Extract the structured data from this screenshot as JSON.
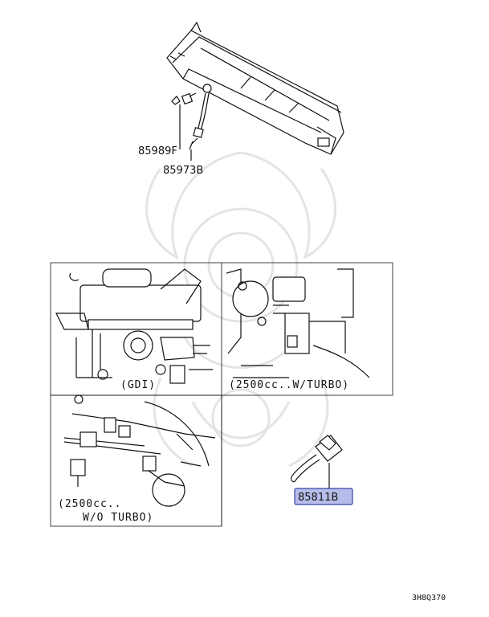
{
  "parts": {
    "p1": "85989F",
    "p2": "85973B",
    "p3": "85811B"
  },
  "captions": {
    "gdi": "(GDI)",
    "turbo": "(2500cc..W/TURBO)",
    "no_turbo_line1": "(2500cc..",
    "no_turbo_line2": "W/O TURBO)"
  },
  "diagram_code": "3H8Q370",
  "colors": {
    "highlight_fill": "#b7bde9",
    "highlight_stroke": "#3c43a8"
  }
}
